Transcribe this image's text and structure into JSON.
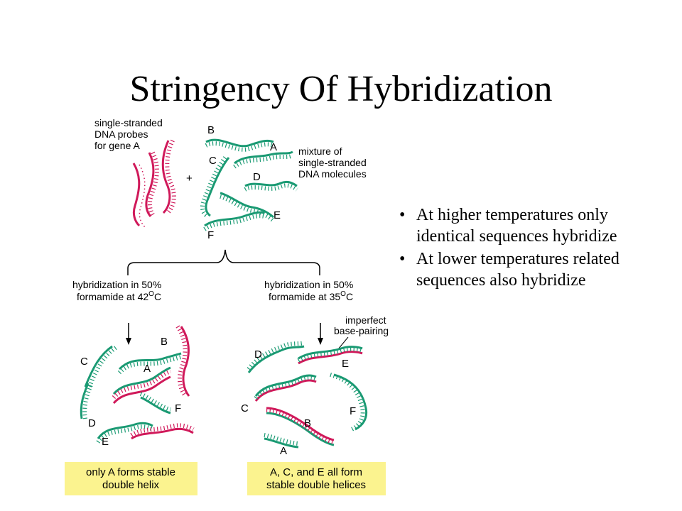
{
  "slide": {
    "title": "Stringency Of Hybridization",
    "bullets": [
      "At higher temperatures only identical sequences hybridize",
      "At lower temperatures related sequences also hybridize"
    ]
  },
  "diagram": {
    "probe_label": [
      "single-stranded",
      "DNA probes",
      "for gene A"
    ],
    "plus": "+",
    "mixture_label": [
      "mixture of",
      "single-stranded",
      "DNA molecules"
    ],
    "strand_letters": {
      "A": "A",
      "B": "B",
      "C": "C",
      "D": "D",
      "E": "E",
      "F": "F"
    },
    "left_condition": [
      "hybridization in 50%",
      "formamide at 42",
      "O",
      "C"
    ],
    "right_condition": [
      "hybridization in 50%",
      "formamide at 35",
      "O",
      "C"
    ],
    "imperfect_label": [
      "imperfect",
      "base-pairing"
    ],
    "left_result": [
      "only A forms stable",
      "double helix"
    ],
    "right_result": [
      "A, C, and E all form",
      "stable double helices"
    ],
    "colors": {
      "probe": "#d0195a",
      "dna": "#1a9a73",
      "box": "#fbf38f",
      "text": "#000000"
    }
  }
}
